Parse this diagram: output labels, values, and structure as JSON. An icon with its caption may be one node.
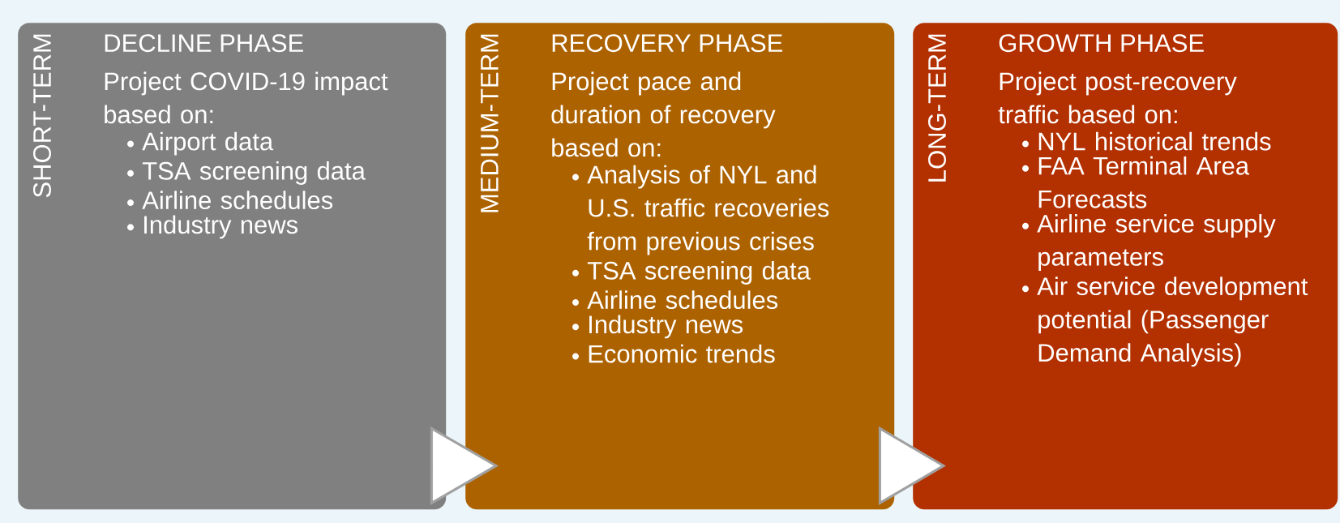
{
  "diagram": {
    "nodes": [
      {
        "text": [
          "SHORT-TERM",
          "DECLINE PHASE",
          "Project COVID-19 impact based on:",
          "Airport data",
          "TSA screening data",
          "Airline schedules",
          "Industry news"
        ]
      },
      {
        "text": [
          "MEDIUM-TERM",
          "RECOVERY PHASE",
          "Project pace and duration of recovery based on:",
          "Analysis of NYL and U.S. traffic recoveries from previous crises",
          "TSA screening data",
          "Airline schedules",
          "Industry news",
          "Economic trends"
        ]
      },
      {
        "text": [
          "LONG-TERM",
          "GROWTH PHASE",
          "Project post-recovery traffic based on:",
          "NYL historical trends",
          "FAA Terminal Area Forecasts",
          "Airline service supply parameters",
          "Air service development potential (Passenger Demand Analysis)"
        ]
      }
    ],
    "edges": [
      {
        "from": 0,
        "to": 1,
        "arrow": "to"
      },
      {
        "from": 1,
        "to": 2,
        "arrow": "to"
      }
    ]
  }
}
